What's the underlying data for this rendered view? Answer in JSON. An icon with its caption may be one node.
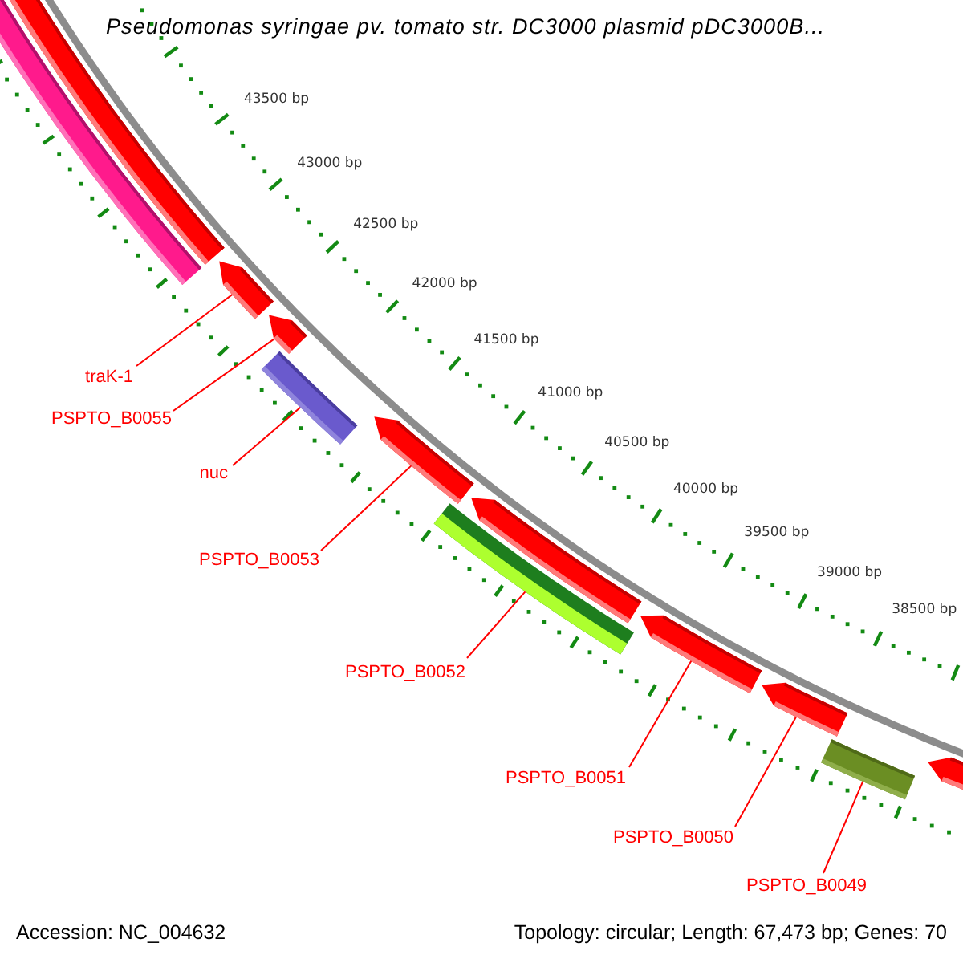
{
  "diagram": {
    "title": "Pseudomonas syringae pv. tomato str. DC3000 plasmid pDC3000B...",
    "nodes": [
      {
        "text": [
          "traK-1"
        ]
      },
      {
        "text": [
          "PSPTO_B0055"
        ]
      },
      {
        "text": [
          "nuc"
        ]
      },
      {
        "text": [
          "PSPTO_B0053"
        ]
      },
      {
        "text": [
          "PSPTO_B0052"
        ]
      },
      {
        "text": [
          "PSPTO_B0051"
        ]
      },
      {
        "text": [
          "PSPTO_B0050"
        ]
      },
      {
        "text": [
          "PSPTO_B0049"
        ]
      },
      {
        "text": [],
        "shape": "arrow"
      },
      {
        "text": [],
        "shape": "arrow"
      },
      {
        "text": [],
        "shape": "bar"
      },
      {
        "text": [],
        "shape": "arrow"
      },
      {
        "text": [],
        "shape": "bar"
      },
      {
        "text": [],
        "shape": "arrow"
      },
      {
        "text": [],
        "shape": "arrow"
      },
      {
        "text": [],
        "shape": "bar"
      }
    ],
    "edges": [
      {
        "from": 0,
        "to": 8,
        "arrow": "none"
      },
      {
        "from": 1,
        "to": 9,
        "arrow": "none"
      },
      {
        "from": 2,
        "to": 10,
        "arrow": "none"
      },
      {
        "from": 3,
        "to": 11,
        "arrow": "none"
      },
      {
        "from": 4,
        "to": 12,
        "arrow": "none"
      },
      {
        "from": 5,
        "to": 13,
        "arrow": "none"
      },
      {
        "from": 6,
        "to": 14,
        "arrow": "none"
      },
      {
        "from": 7,
        "to": 15,
        "arrow": "none"
      }
    ],
    "labels": [
      "43500 bp",
      "43000 bp",
      "42500 bp",
      "42000 bp",
      "41500 bp",
      "41000 bp",
      "40500 bp",
      "40000 bp",
      "39500 bp",
      "39000 bp",
      "38500 bp",
      "Accession: NC_004632",
      "Topology: circular; Length: 67,473 bp; Genes: 70"
    ]
  }
}
